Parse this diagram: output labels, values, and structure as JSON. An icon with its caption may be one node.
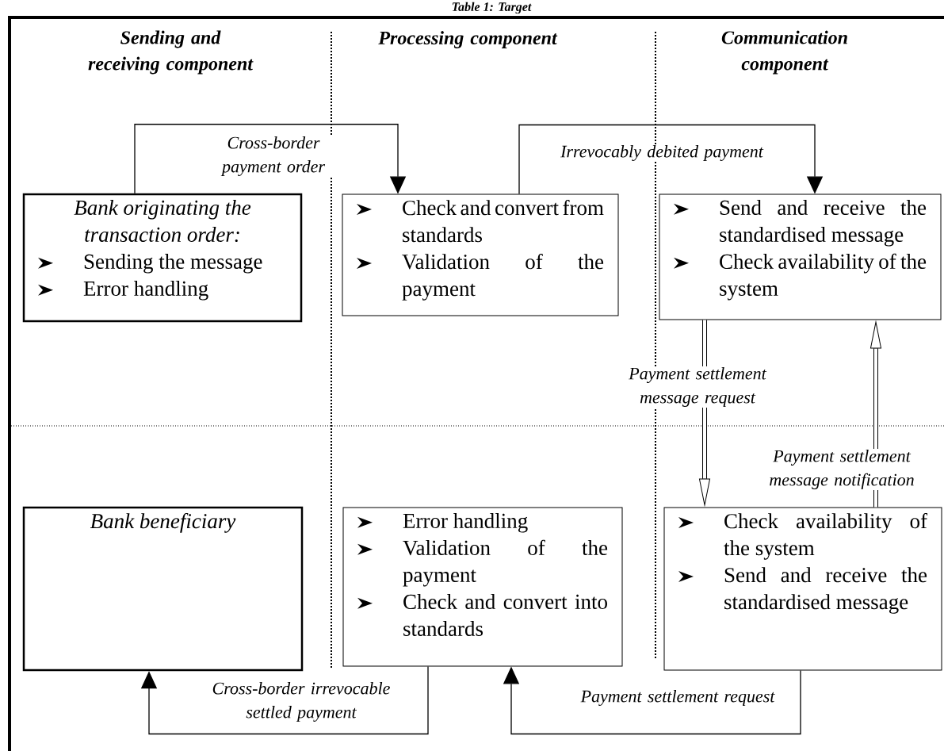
{
  "diagram": {
    "title": "Table 1: Target",
    "nodes": [
      {
        "text": [
          "Bank originating the transaction order:",
          "Sending the message",
          "Error handling"
        ]
      },
      {
        "text": [
          "Check and convert from standards",
          "Validation of the payment"
        ]
      },
      {
        "text": [
          "Send and receive the standardised message",
          "Check availability of the system"
        ]
      },
      {
        "text": [
          "Bank beneficiary"
        ]
      },
      {
        "text": [
          "Error handling",
          "Validation of the payment",
          "Check and convert into standards"
        ]
      },
      {
        "text": [
          "Check availability of the system",
          "Send and receive the standardised message"
        ]
      }
    ],
    "edges": [
      {
        "from": 0,
        "to": 1,
        "arrow": "to",
        "label": "Cross-border payment order"
      },
      {
        "from": 1,
        "to": 2,
        "arrow": "to",
        "label": "Irrevocably debited payment"
      },
      {
        "from": 2,
        "to": 5,
        "arrow": "to",
        "label": "Payment settlement message request",
        "style": "thick"
      },
      {
        "from": 5,
        "to": 2,
        "arrow": "to",
        "label": "Payment settlement message notification",
        "style": "thick"
      },
      {
        "from": 4,
        "to": 3,
        "arrow": "to",
        "label": "Cross-border irrevocable settled payment"
      },
      {
        "from": 5,
        "to": 4,
        "arrow": "to",
        "label": "Payment settlement request"
      }
    ],
    "labels": [
      "Sending and receiving component",
      "Processing component",
      "Communication component"
    ]
  }
}
